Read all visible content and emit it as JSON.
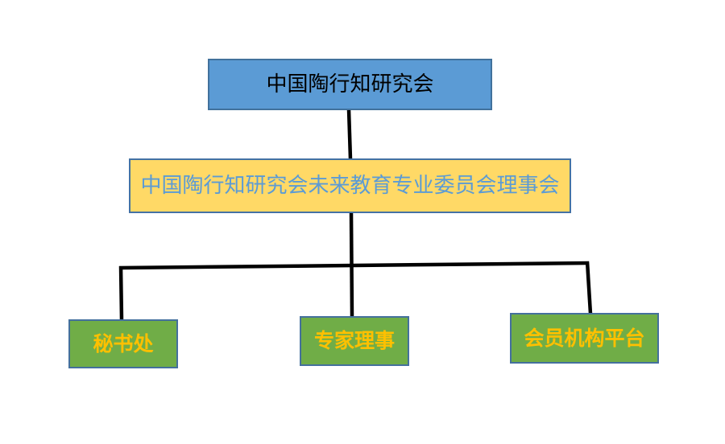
{
  "diagram": {
    "type": "org-chart",
    "background_color": "#ffffff",
    "connector_color": "#000000",
    "nodes": [
      {
        "id": "root",
        "label": "中国陶行知研究会",
        "fill": "#5b9bd5",
        "border_color": "#41719c",
        "text_color": "#000000",
        "level": 1
      },
      {
        "id": "council",
        "label": "中国陶行知研究会未来教育专业委员会理事会",
        "fill": "#ffd966",
        "border_color": "#4472a4",
        "text_color": "#5b9bd5",
        "level": 2
      },
      {
        "id": "secretariat",
        "label": "秘书处",
        "fill": "#70ad47",
        "border_color": "#44709d",
        "text_color": "#ffc000",
        "level": 3
      },
      {
        "id": "experts",
        "label": "专家理事",
        "fill": "#70ad47",
        "border_color": "#44709d",
        "text_color": "#ffc000",
        "level": 3
      },
      {
        "id": "members",
        "label": "会员机构平台",
        "fill": "#70ad47",
        "border_color": "#44709d",
        "text_color": "#ffc000",
        "level": 3
      }
    ],
    "edges": [
      {
        "from": "root",
        "to": "council"
      },
      {
        "from": "council",
        "to": "secretariat"
      },
      {
        "from": "council",
        "to": "experts"
      },
      {
        "from": "council",
        "to": "members"
      }
    ]
  }
}
